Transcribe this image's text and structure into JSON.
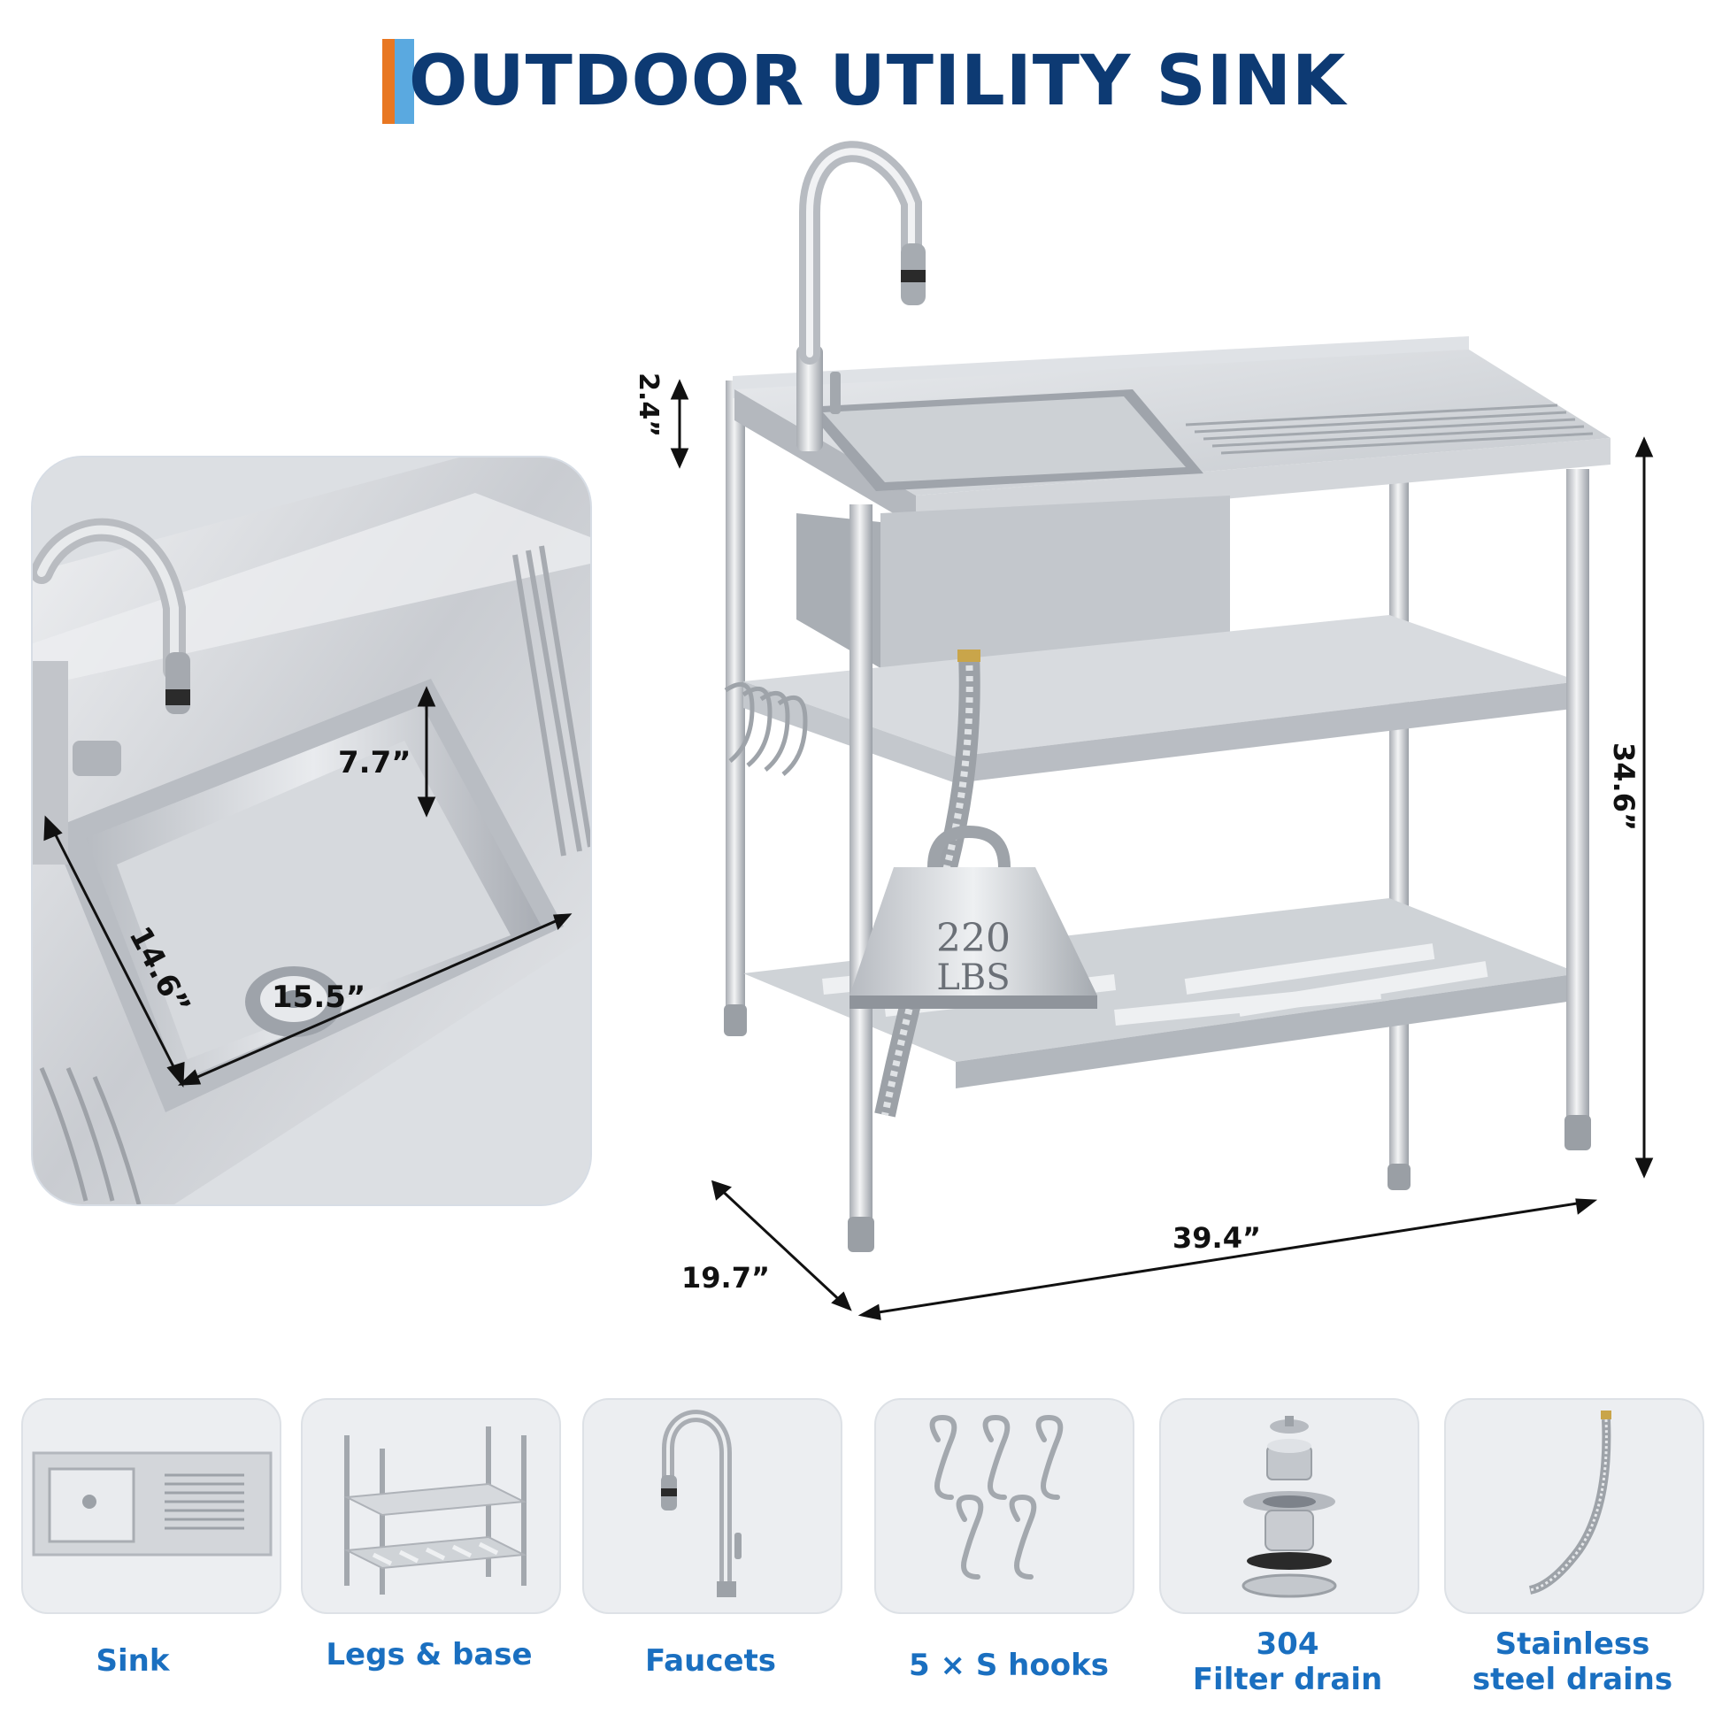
{
  "title": "OUTDOOR UTILITY SINK",
  "accent_colors": {
    "title": "#0d3a73",
    "bar_orange": "#e87722",
    "bar_blue": "#5aa9e0",
    "labels": "#1a6fc0"
  },
  "dimensions": {
    "backsplash_height": "2.4”",
    "total_height": "34.6”",
    "width": "39.4”",
    "depth": "19.7”"
  },
  "bowl_dimensions": {
    "depth": "7.7”",
    "width": "14.6”",
    "length": "15.5”"
  },
  "weight_badge": {
    "value": "220",
    "unit": "LBS"
  },
  "features": [
    {
      "label": "Sink",
      "icon": "sink-top-icon"
    },
    {
      "label": "Legs & base",
      "icon": "frame-icon"
    },
    {
      "label": "Faucets",
      "icon": "faucet-icon"
    },
    {
      "label": "5 × S hooks",
      "icon": "s-hooks-icon"
    },
    {
      "label_line1": "304",
      "label_line2": "Filter drain",
      "icon": "filter-drain-icon"
    },
    {
      "label_line1": "Stainless",
      "label_line2": "steel drains",
      "icon": "drain-hose-icon"
    }
  ]
}
